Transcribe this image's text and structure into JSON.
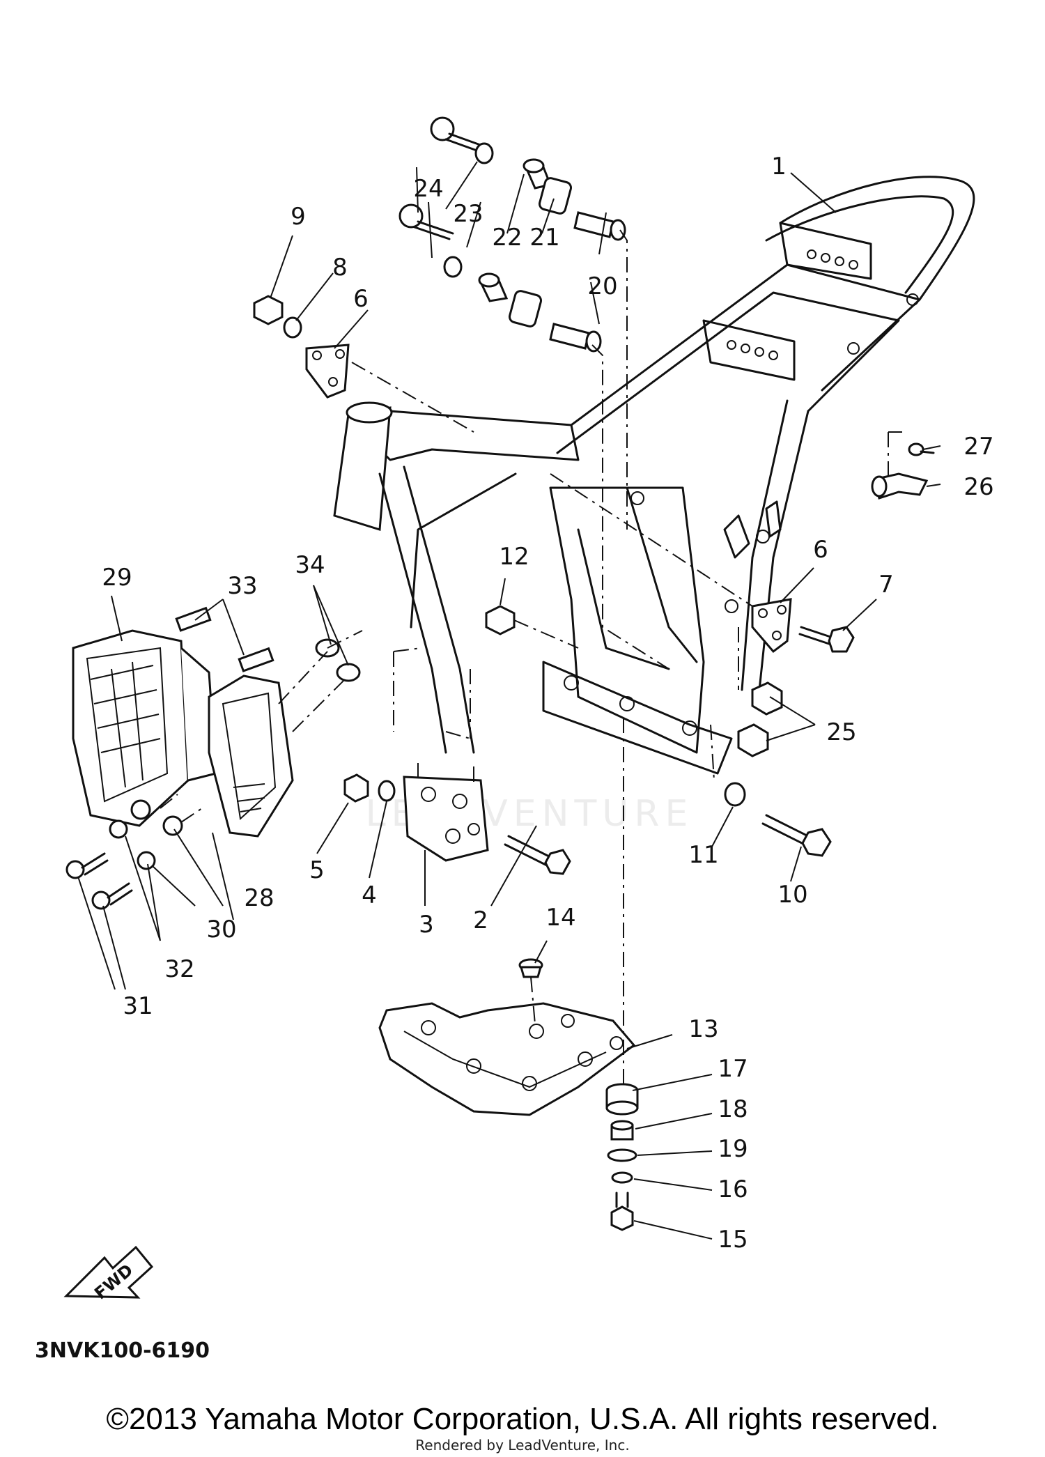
{
  "callouts": {
    "c1": "1",
    "c2": "2",
    "c3": "3",
    "c4": "4",
    "c5": "5",
    "c6a": "6",
    "c6b": "6",
    "c7": "7",
    "c8": "8",
    "c9": "9",
    "c10": "10",
    "c11": "11",
    "c12": "12",
    "c13": "13",
    "c14": "14",
    "c15": "15",
    "c16": "16",
    "c17": "17",
    "c18": "18",
    "c19": "19",
    "c20a": "20",
    "c20b": "20",
    "c21": "21",
    "c22": "22",
    "c23": "23",
    "c24": "24",
    "c25": "25",
    "c26": "26",
    "c27": "27",
    "c28": "28",
    "c29": "29",
    "c30": "30",
    "c31": "31",
    "c32": "32",
    "c33": "33",
    "c34": "34"
  },
  "fwd_label": "FWD",
  "diagram_code": "3NVK100-6190",
  "copyright": "©2013 Yamaha Motor Corporation, U.S.A. All rights reserved.",
  "rendered_by": "Rendered by LeadVenture, Inc.",
  "watermark": "LEADVENTURE"
}
